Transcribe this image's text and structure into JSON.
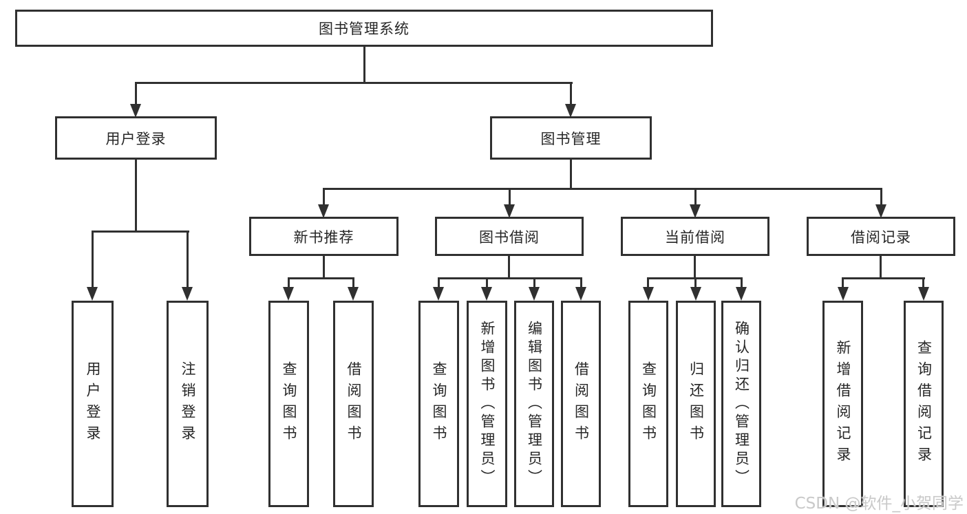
{
  "root": {
    "label": "图书管理系统"
  },
  "login": {
    "label": "用户登录",
    "children": [
      {
        "label": "用户登录"
      },
      {
        "label": "注销登录"
      }
    ]
  },
  "mgmt": {
    "label": "图书管理"
  },
  "groups": [
    {
      "label": "新书推荐",
      "children": [
        {
          "label": "查询图书"
        },
        {
          "label": "借阅图书"
        }
      ]
    },
    {
      "label": "图书借阅",
      "children": [
        {
          "label": "查询图书"
        },
        {
          "label": "新增图书（管理员）"
        },
        {
          "label": "编辑图书（管理员）"
        },
        {
          "label": "借阅图书"
        }
      ]
    },
    {
      "label": "当前借阅",
      "children": [
        {
          "label": "查询图书"
        },
        {
          "label": "归还图书"
        },
        {
          "label": "确认归还（管理员）"
        }
      ]
    },
    {
      "label": "借阅记录",
      "children": [
        {
          "label": "新增借阅记录"
        },
        {
          "label": "查询借阅记录"
        }
      ]
    }
  ],
  "watermark": {
    "text": "CSDN @软件_小贺同学"
  },
  "colors": {
    "line": "#303030",
    "text": "#262626",
    "watermark_text": "#c9c9c9",
    "background": "#ffffff"
  }
}
